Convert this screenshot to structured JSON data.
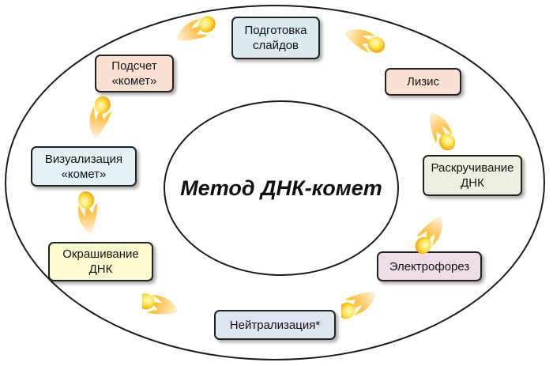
{
  "diagram": {
    "center_title": "Метод ДНК-комет",
    "steps": [
      {
        "label": "Подготовка\nслайдов",
        "color": "#dcebf0"
      },
      {
        "label": "Лизис",
        "color": "#fbe1d4"
      },
      {
        "label": "Раскручивание\nДНК",
        "color": "#ebf0df"
      },
      {
        "label": "Электрофорез",
        "color": "#eedde9"
      },
      {
        "label": "Нейтрализация*",
        "color": "#dde5f1"
      },
      {
        "label": "Окрашивание\nДНК",
        "color": "#fcfbd0"
      },
      {
        "label": "Визуализация\n«комет»",
        "color": "#e3f1f5"
      },
      {
        "label": "Подсчет\n«комет»",
        "color": "#fbe1d4"
      }
    ],
    "comet_icon": "comet-icon"
  }
}
